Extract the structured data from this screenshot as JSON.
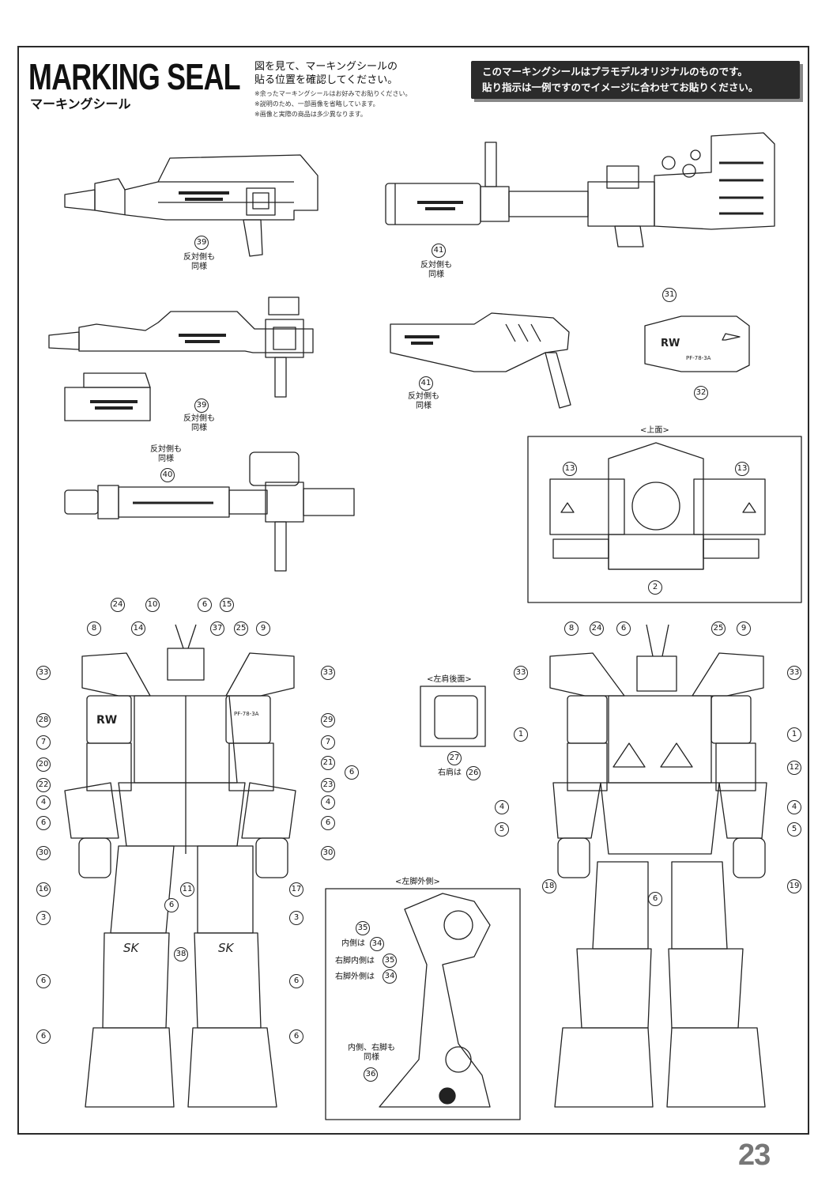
{
  "header": {
    "title": "MARKING SEAL",
    "subtitle_jp": "マーキングシール",
    "intro_line1": "図を見て、マーキングシールの",
    "intro_line2": "貼る位置を確認してください。",
    "note1": "※余ったマーキングシールはお好みでお貼りください。",
    "note2": "※説明のため、一部画像を省略しています。",
    "note3": "※画像と実際の商品は多少異なります。",
    "notice_line1": "このマーキングシールはプラモデルオリジナルのものです。",
    "notice_line2": "貼り指示は一例ですのでイメージに合わせてお貼りください。"
  },
  "labels": {
    "same_other_side": "反対側も",
    "same_other_side2": "同様",
    "top_view": "<上面>",
    "left_shoulder_back": "<左肩後面>",
    "right_shoulder": "右肩は",
    "left_leg_outer": "<左脚外側>",
    "inner_side_is": "内側は",
    "right_leg_inner_is": "右脚内側は",
    "right_leg_outer_is": "右脚外側は",
    "inner_right_leg_too": "内側、右脚も",
    "same": "同様",
    "decal_rw": "RW",
    "decal_pf": "PF-78-3A",
    "decal_sk": "SK"
  },
  "callouts": {
    "n1": "1",
    "n2": "2",
    "n3": "3",
    "n4": "4",
    "n5": "5",
    "n6": "6",
    "n7": "7",
    "n8": "8",
    "n9": "9",
    "n10": "10",
    "n11": "11",
    "n12": "12",
    "n13": "13",
    "n14": "14",
    "n15": "15",
    "n16": "16",
    "n17": "17",
    "n18": "18",
    "n19": "19",
    "n20": "20",
    "n21": "21",
    "n22": "22",
    "n23": "23",
    "n24": "24",
    "n25": "25",
    "n26": "26",
    "n27": "27",
    "n28": "28",
    "n29": "29",
    "n30": "30",
    "n31": "31",
    "n32": "32",
    "n33": "33",
    "n34": "34",
    "n35": "35",
    "n36": "36",
    "n37": "37",
    "n38": "38",
    "n39": "39",
    "n40": "40",
    "n41": "41"
  },
  "page_number": "23"
}
